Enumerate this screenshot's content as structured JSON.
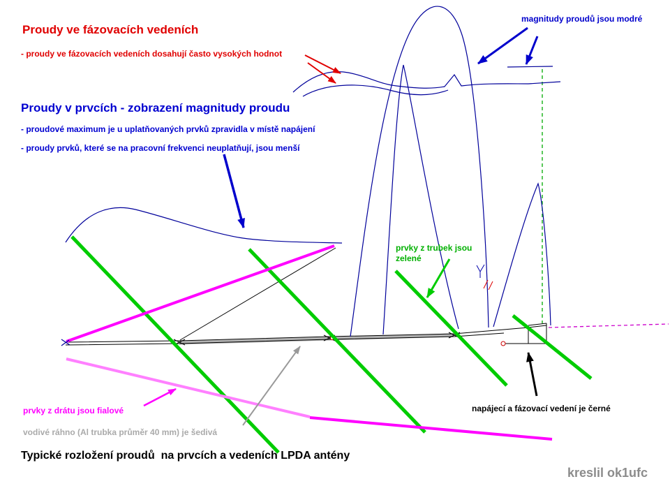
{
  "headings": {
    "red_title": "Proudy ve fázovacích vedeních",
    "red_note": "- proudy ve fázovacích vedeních dosahují často vysokých hodnot",
    "blue_title": "Proudy v prvcích - zobrazení magnitudy proudu",
    "blue_note1": "- proudové maximum je u uplatňovaných prvků zpravidla v místě napájení",
    "blue_note2": "- proudy prvků, které se na pracovní frekvenci neuplatňují, jsou menší"
  },
  "callouts": {
    "blue_magnitudes": "magnitudy proudů jsou modré",
    "tube_line1": "prvky z trubek jsou",
    "tube_line2": "zelené",
    "wire_elements": "prvky z drátu jsou fialové",
    "boom": "vodivé ráhno (Al trubka průměr 40 mm) je šedivá",
    "feedline": "napájecí a fázovací vedení je černé"
  },
  "footer": {
    "caption": "Typické rozložení proudů  na prvcích a vedeních LPDA antény",
    "credit": "kreslil ok1ufc"
  },
  "colors": {
    "red": "#e00000",
    "blue_title": "#0000d0",
    "blue_curve": "#00009a",
    "green_element": "#00cc00",
    "green_text": "#00b000",
    "magenta": "#ff00ff",
    "pink": "#ff80ff",
    "boom_gray": "#b4b4b4",
    "text_gray": "#aaaaaa",
    "credit_gray": "#8c8c8c",
    "black": "#000000"
  }
}
